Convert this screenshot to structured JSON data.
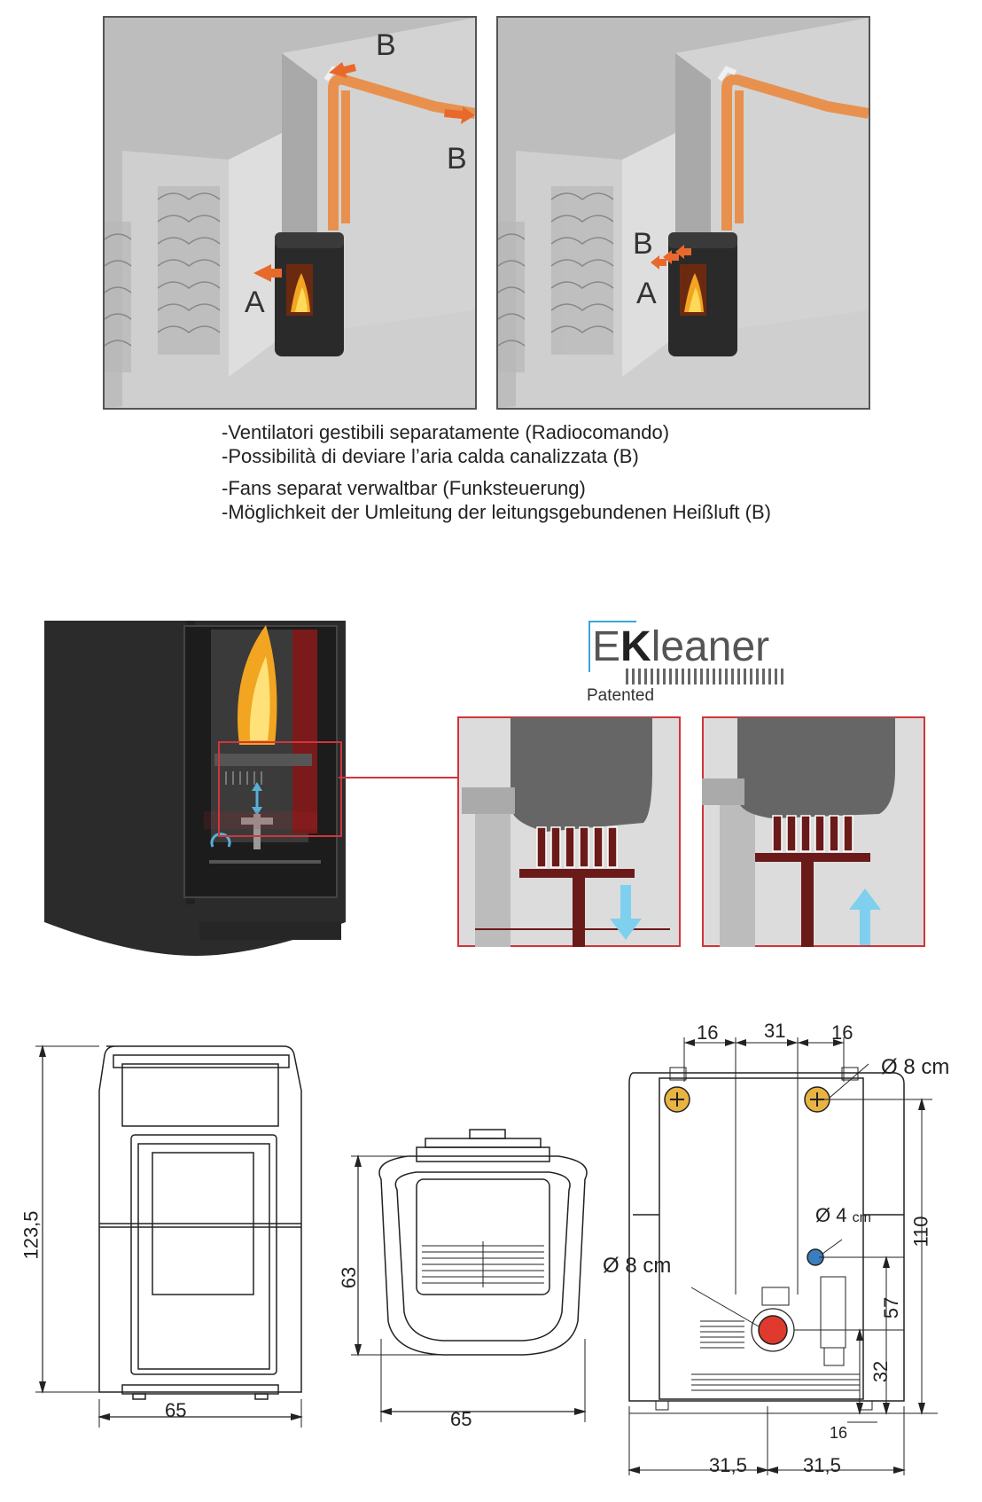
{
  "panels": {
    "left": {
      "label_a": "A",
      "label_b_top": "B",
      "label_b_side": "B"
    },
    "right": {
      "label_a": "A",
      "label_b": "B"
    }
  },
  "captions": {
    "it_line1": "-Ventilatori gestibili separatamente (Radiocomando)",
    "it_line2": "-Possibilità di deviare l’aria calda canalizzata (B)",
    "de_line1": "-Fans separat verwaltbar (Funksteuerung)",
    "de_line2": "-Möglichkeit der Umleitung der leitungsgebundenen Heißluft (B)"
  },
  "logo": {
    "prefix": "E",
    "k": "K",
    "suffix": "leaner",
    "sub": "Patented"
  },
  "dimensions": {
    "front_height": "123,5",
    "front_width": "65",
    "top_depth": "63",
    "top_width": "65",
    "back_top_left": "16",
    "back_top_mid": "31",
    "back_top_right": "16",
    "pipe_upper": "Ø 8 cm",
    "pipe_small": "Ø 4",
    "pipe_small_unit": "cm",
    "pipe_lower": "Ø 8 cm",
    "back_h1": "110",
    "back_h2": "57",
    "back_h3": "32",
    "back_bottom_small": "16",
    "back_bottom_left": "31,5",
    "back_bottom_right": "31,5"
  },
  "colors": {
    "duct": "#e8914f",
    "arrow": "#e8692c",
    "highlight_red": "#d0353b",
    "blue_arrow": "#7fd0ef",
    "stove": "#2a2a2a"
  }
}
